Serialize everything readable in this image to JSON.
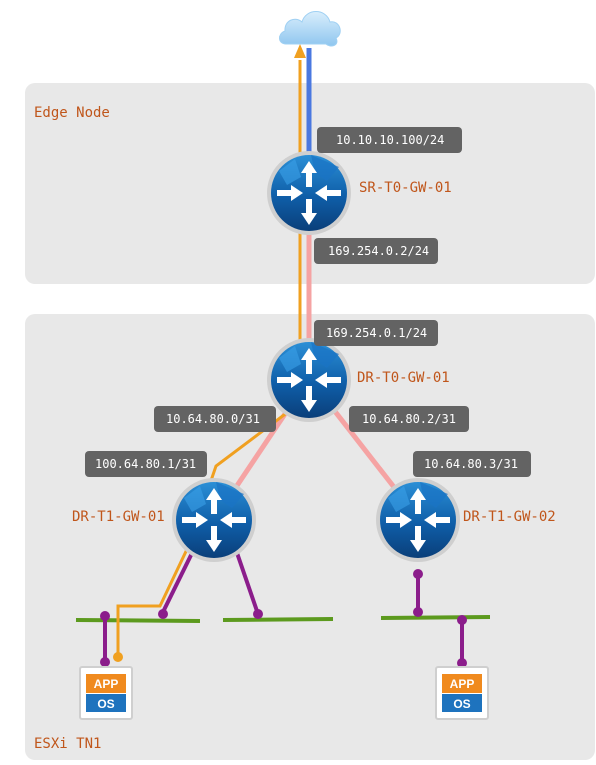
{
  "zones": {
    "edge": "Edge Node",
    "esxi": "ESXi TN1"
  },
  "routers": {
    "sr_t0": "SR-T0-GW-01",
    "dr_t0": "DR-T0-GW-01",
    "dr_t1_a": "DR-T1-GW-01",
    "dr_t1_b": "DR-T1-GW-02"
  },
  "ips": {
    "sr_uplink": "10.10.10.100/24",
    "sr_transit": "169.254.0.2/24",
    "dr_transit": "169.254.0.1/24",
    "dr_t0_left": "10.64.80.0/31",
    "dr_t0_right": "10.64.80.2/31",
    "t1_a_uplink": "100.64.80.1/31",
    "t1_b_uplink": "10.64.80.3/31"
  },
  "vms": {
    "left": {
      "app": "APP",
      "os": "OS"
    },
    "right": {
      "app": "APP",
      "os": "OS"
    }
  },
  "colors": {
    "zone_bg": "#e8e8e8",
    "label": "#c0561b",
    "ip_badge": "#636363",
    "transit_link": "#f5a3a3",
    "uplink": "#4a78e0",
    "traffic_path": "#f0a020",
    "segment": "#5c9a1e",
    "vm_link": "#8b1d8b"
  }
}
